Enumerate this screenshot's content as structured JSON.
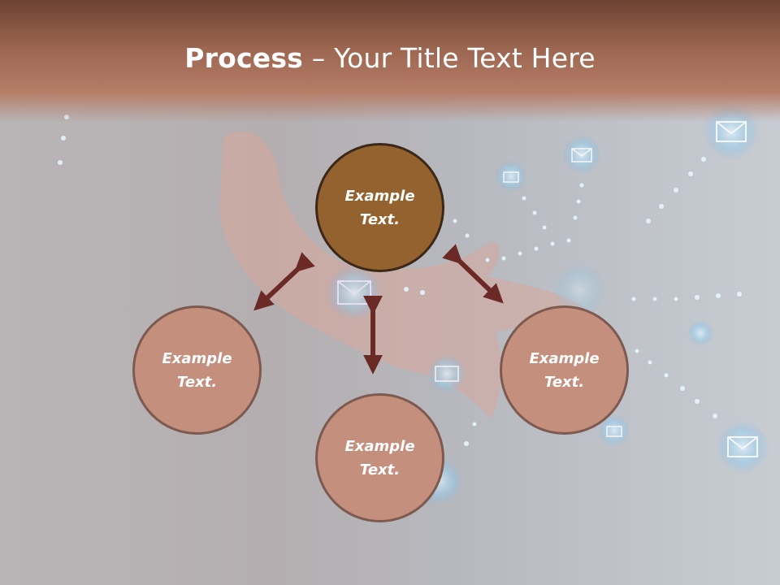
{
  "slide": {
    "title_bold": "Process",
    "title_rest": " – Your Title Text Here"
  },
  "nodes": {
    "top": "Example Text.",
    "left": "Example Text.",
    "right": "Example Text.",
    "bottom": "Example Text."
  },
  "colors": {
    "header": "#9c6650",
    "main_node": "#94622f",
    "sub_node": "#c58f7e",
    "arrow": "#6b2a26"
  }
}
